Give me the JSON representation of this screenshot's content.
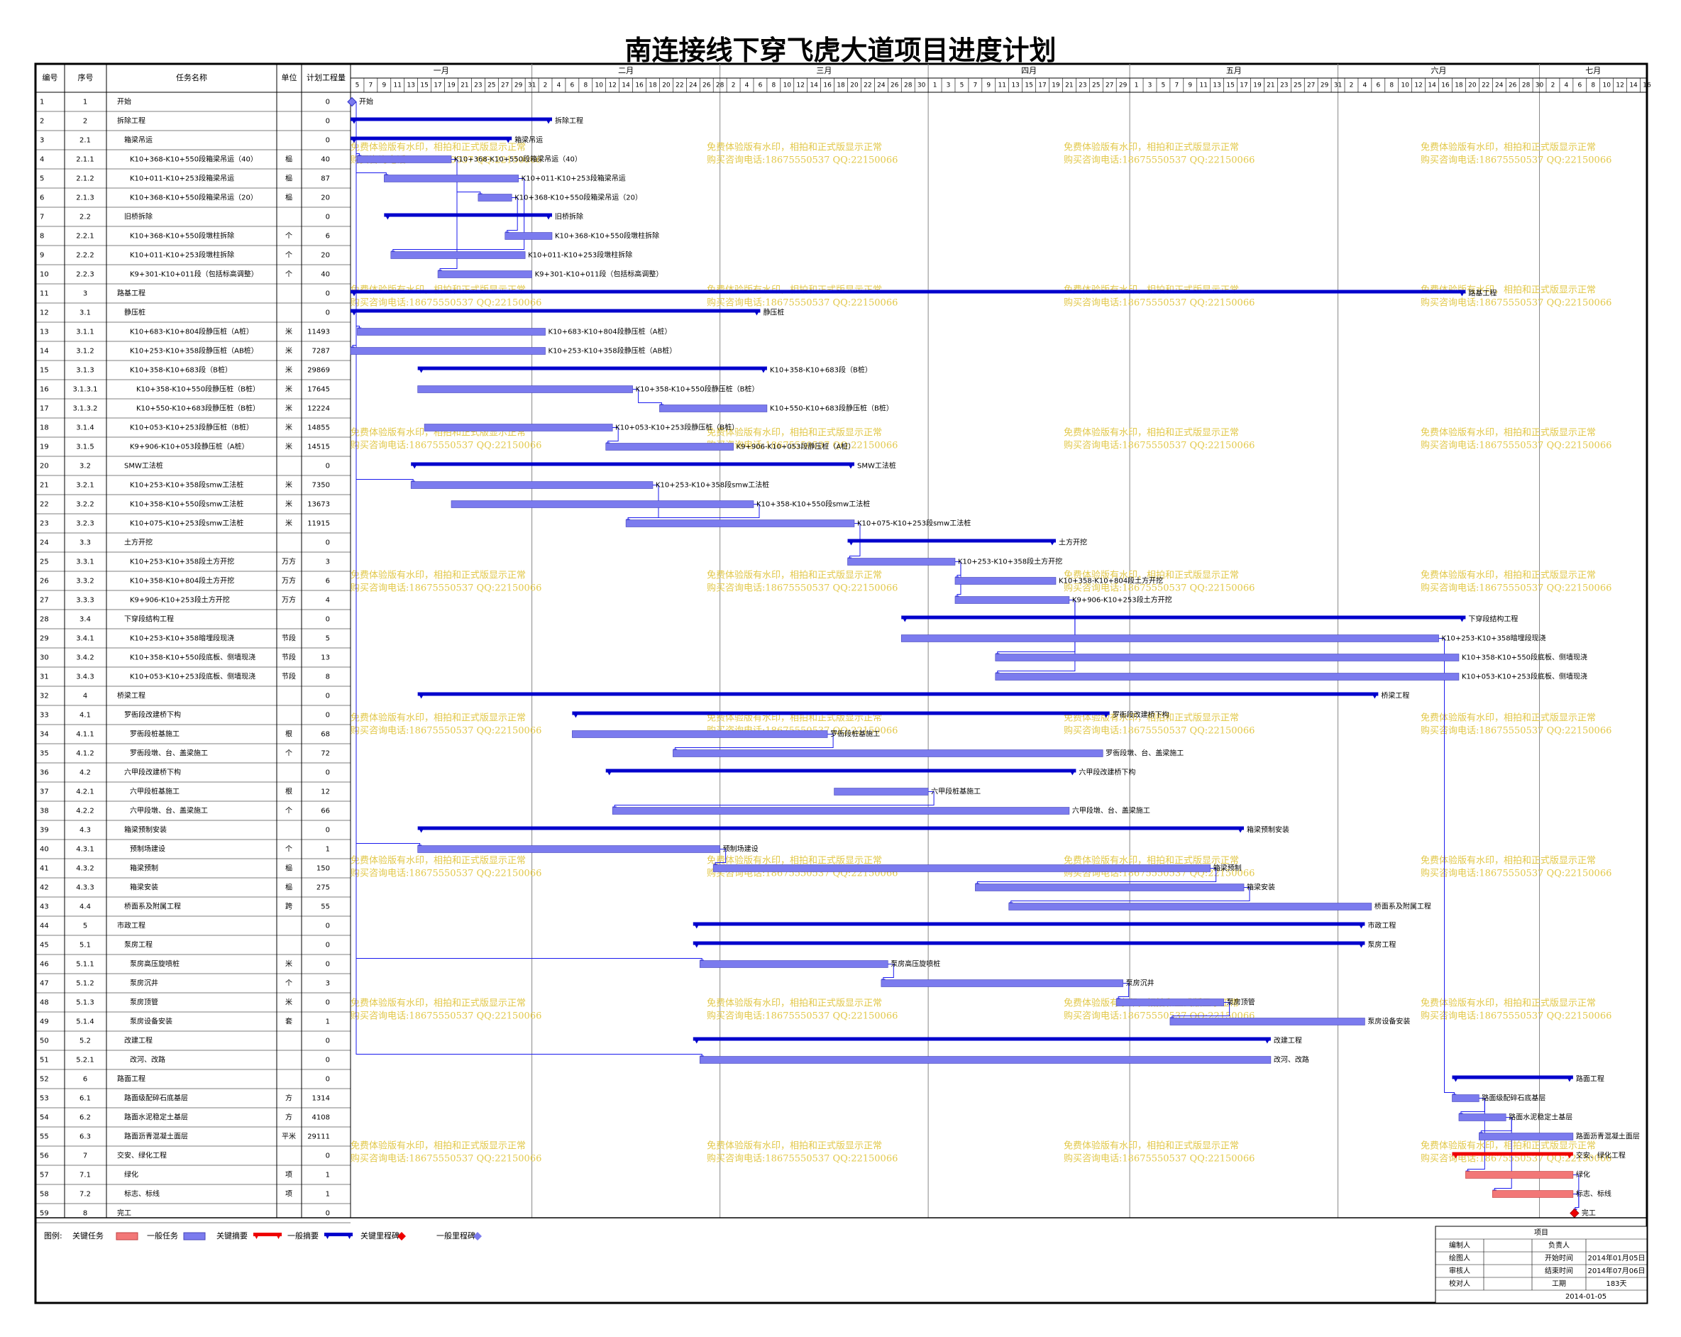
{
  "title": "南连接线下穿飞虎大道项目进度计划",
  "header": {
    "num": "编号",
    "seq": "序号",
    "name": "任务名称",
    "unit": "单位",
    "qty": "计划工程量"
  },
  "months": [
    "一月",
    "二月",
    "三月",
    "四月",
    "五月",
    "六月",
    "七月"
  ],
  "watermark": {
    "line1": "免费体验版有水印，相拍和正式版显示正常",
    "line2": "购买咨询电话:18675550537 QQ:22150066"
  },
  "colors": {
    "main_bar": "#7b7bee",
    "summary_bar": "#0000cc",
    "critical_bar": "#f27777",
    "critical_summary": "#ee0000",
    "watermark": "#e2c84a",
    "link": "#1a1aee"
  },
  "chart_data": {
    "type": "gantt",
    "x_axis": {
      "start": "2014-01-05",
      "end": "2014-07-16"
    },
    "milestone_date": "2014-01-05",
    "finish_date": "2014-07-06",
    "tasks": [
      {
        "id": "1",
        "seq": "1",
        "name": "开始",
        "unit": "",
        "qty": "0",
        "start": "2014-01-05",
        "end": "2014-01-05",
        "kind": "milestone",
        "critical": false,
        "label": "开始"
      },
      {
        "id": "2",
        "seq": "2",
        "name": "拆除工程",
        "unit": "",
        "qty": "0",
        "start": "2014-01-05",
        "end": "2014-02-03",
        "kind": "summary",
        "critical": false,
        "label": "拆除工程"
      },
      {
        "id": "3",
        "seq": "2.1",
        "name": "箱梁吊运",
        "unit": "",
        "qty": "0",
        "start": "2014-01-05",
        "end": "2014-01-28",
        "kind": "summary",
        "critical": false,
        "label": "箱梁吊运"
      },
      {
        "id": "4",
        "seq": "2.1.1",
        "name": "K10+368-K10+550段箱梁吊运（40）",
        "unit": "榀",
        "qty": "40",
        "start": "2014-01-06",
        "end": "2014-01-19",
        "kind": "task",
        "critical": false,
        "label": "K10+368-K10+550段箱梁吊运（40）"
      },
      {
        "id": "5",
        "seq": "2.1.2",
        "name": "K10+011-K10+253段箱梁吊运",
        "unit": "榀",
        "qty": "87",
        "start": "2014-01-10",
        "end": "2014-01-29",
        "kind": "task",
        "critical": false,
        "label": "K10+011-K10+253段箱梁吊运"
      },
      {
        "id": "6",
        "seq": "2.1.3",
        "name": "K10+368-K10+550段箱梁吊运（20）",
        "unit": "榀",
        "qty": "20",
        "start": "2014-01-24",
        "end": "2014-01-28",
        "kind": "task",
        "critical": false,
        "label": "K10+368-K10+550段箱梁吊运（20）"
      },
      {
        "id": "7",
        "seq": "2.2",
        "name": "旧桥拆除",
        "unit": "",
        "qty": "0",
        "start": "2014-01-10",
        "end": "2014-02-03",
        "kind": "summary",
        "critical": false,
        "label": "旧桥拆除"
      },
      {
        "id": "8",
        "seq": "2.2.1",
        "name": "K10+368-K10+550段墩柱拆除",
        "unit": "个",
        "qty": "6",
        "start": "2014-01-28",
        "end": "2014-02-03",
        "kind": "task",
        "critical": false,
        "label": "K10+368-K10+550段墩柱拆除"
      },
      {
        "id": "9",
        "seq": "2.2.2",
        "name": "K10+011-K10+253段墩柱拆除",
        "unit": "个",
        "qty": "20",
        "start": "2014-01-11",
        "end": "2014-01-30",
        "kind": "task",
        "critical": false,
        "label": "K10+011-K10+253段墩柱拆除"
      },
      {
        "id": "10",
        "seq": "2.2.3",
        "name": "K9+301-K10+011段（包括标高调整）",
        "unit": "个",
        "qty": "40",
        "start": "2014-01-18",
        "end": "2014-01-31",
        "kind": "task",
        "critical": false,
        "label": "K9+301-K10+011段（包括标高调整）"
      },
      {
        "id": "11",
        "seq": "3",
        "name": "路基工程",
        "unit": "",
        "qty": "0",
        "start": "2014-01-05",
        "end": "2014-06-19",
        "kind": "summary",
        "critical": false,
        "label": "路基工程"
      },
      {
        "id": "12",
        "seq": "3.1",
        "name": "静压桩",
        "unit": "",
        "qty": "0",
        "start": "2014-01-05",
        "end": "2014-03-06",
        "kind": "summary",
        "critical": false,
        "label": "静压桩"
      },
      {
        "id": "13",
        "seq": "3.1.1",
        "name": "K10+683-K10+804段静压桩（A桩）",
        "unit": "米",
        "qty": "11493",
        "start": "2014-01-06",
        "end": "2014-02-02",
        "kind": "task",
        "critical": false,
        "label": "K10+683-K10+804段静压桩（A桩）"
      },
      {
        "id": "14",
        "seq": "3.1.2",
        "name": "K10+253-K10+358段静压桩（AB桩）",
        "unit": "米",
        "qty": "7287",
        "start": "2014-01-05",
        "end": "2014-02-02",
        "kind": "task",
        "critical": false,
        "label": "K10+253-K10+358段静压桩（AB桩）"
      },
      {
        "id": "15",
        "seq": "3.1.3",
        "name": "K10+358-K10+683段（B桩）",
        "unit": "米",
        "qty": "29869",
        "start": "2014-01-15",
        "end": "2014-03-07",
        "kind": "summary",
        "critical": false,
        "label": "K10+358-K10+683段（B桩）"
      },
      {
        "id": "16",
        "seq": "3.1.3.1",
        "name": "K10+358-K10+550段静压桩（B桩）",
        "unit": "米",
        "qty": "17645",
        "start": "2014-01-15",
        "end": "2014-02-15",
        "kind": "task",
        "critical": false,
        "label": "K10+358-K10+550段静压桩（B桩）"
      },
      {
        "id": "17",
        "seq": "3.1.3.2",
        "name": "K10+550-K10+683段静压桩（B桩）",
        "unit": "米",
        "qty": "12224",
        "start": "2014-02-20",
        "end": "2014-03-07",
        "kind": "task",
        "critical": false,
        "label": "K10+550-K10+683段静压桩（B桩）"
      },
      {
        "id": "18",
        "seq": "3.1.4",
        "name": "K10+053-K10+253段静压桩（B桩）",
        "unit": "米",
        "qty": "14855",
        "start": "2014-01-16",
        "end": "2014-02-12",
        "kind": "task",
        "critical": false,
        "label": "K10+053-K10+253段静压桩（B桩）"
      },
      {
        "id": "19",
        "seq": "3.1.5",
        "name": "K9+906-K10+053段静压桩（A桩）",
        "unit": "米",
        "qty": "14515",
        "start": "2014-02-12",
        "end": "2014-03-02",
        "kind": "task",
        "critical": false,
        "label": "K9+906-K10+053段静压桩（A桩）"
      },
      {
        "id": "20",
        "seq": "3.2",
        "name": "SMW工法桩",
        "unit": "",
        "qty": "0",
        "start": "2014-01-14",
        "end": "2014-03-20",
        "kind": "summary",
        "critical": false,
        "label": "SMW工法桩"
      },
      {
        "id": "21",
        "seq": "3.2.1",
        "name": "K10+253-K10+358段smw工法桩",
        "unit": "米",
        "qty": "7350",
        "start": "2014-01-14",
        "end": "2014-02-18",
        "kind": "task",
        "critical": false,
        "label": "K10+253-K10+358段smw工法桩"
      },
      {
        "id": "22",
        "seq": "3.2.2",
        "name": "K10+358-K10+550段smw工法桩",
        "unit": "米",
        "qty": "13673",
        "start": "2014-01-20",
        "end": "2014-03-05",
        "kind": "task",
        "critical": false,
        "label": "K10+358-K10+550段smw工法桩"
      },
      {
        "id": "23",
        "seq": "3.2.3",
        "name": "K10+075-K10+253段smw工法桩",
        "unit": "米",
        "qty": "11915",
        "start": "2014-02-15",
        "end": "2014-03-20",
        "kind": "task",
        "critical": false,
        "label": "K10+075-K10+253段smw工法桩"
      },
      {
        "id": "24",
        "seq": "3.3",
        "name": "土方开挖",
        "unit": "",
        "qty": "0",
        "start": "2014-03-20",
        "end": "2014-04-19",
        "kind": "summary",
        "critical": false,
        "label": "土方开挖"
      },
      {
        "id": "25",
        "seq": "3.3.1",
        "name": "K10+253-K10+358段土方开挖",
        "unit": "万方",
        "qty": "3",
        "start": "2014-03-20",
        "end": "2014-04-04",
        "kind": "task",
        "critical": false,
        "label": "K10+253-K10+358段土方开挖"
      },
      {
        "id": "26",
        "seq": "3.3.2",
        "name": "K10+358-K10+804段土方开挖",
        "unit": "万方",
        "qty": "6",
        "start": "2014-04-05",
        "end": "2014-04-19",
        "kind": "task",
        "critical": false,
        "label": "K10+358-K10+804段土方开挖"
      },
      {
        "id": "27",
        "seq": "3.3.3",
        "name": "K9+906-K10+253段土方开挖",
        "unit": "万方",
        "qty": "4",
        "start": "2014-04-05",
        "end": "2014-04-21",
        "kind": "task",
        "critical": false,
        "label": "K9+906-K10+253段土方开挖"
      },
      {
        "id": "28",
        "seq": "3.4",
        "name": "下穿段结构工程",
        "unit": "",
        "qty": "0",
        "start": "2014-03-28",
        "end": "2014-06-19",
        "kind": "summary",
        "critical": false,
        "label": "下穿段结构工程"
      },
      {
        "id": "29",
        "seq": "3.4.1",
        "name": "K10+253-K10+358暗埋段现浇",
        "unit": "节段",
        "qty": "5",
        "start": "2014-03-28",
        "end": "2014-06-15",
        "kind": "task",
        "critical": false,
        "label": "K10+253-K10+358暗埋段现浇"
      },
      {
        "id": "30",
        "seq": "3.4.2",
        "name": "K10+358-K10+550段底板、侧墙现浇",
        "unit": "节段",
        "qty": "13",
        "start": "2014-04-11",
        "end": "2014-06-18",
        "kind": "task",
        "critical": false,
        "label": "K10+358-K10+550段底板、侧墙现浇"
      },
      {
        "id": "31",
        "seq": "3.4.3",
        "name": "K10+053-K10+253段底板、侧墙现浇",
        "unit": "节段",
        "qty": "8",
        "start": "2014-04-11",
        "end": "2014-06-18",
        "kind": "task",
        "critical": false,
        "label": "K10+053-K10+253段底板、侧墙现浇"
      },
      {
        "id": "32",
        "seq": "4",
        "name": "桥梁工程",
        "unit": "",
        "qty": "0",
        "start": "2014-01-15",
        "end": "2014-06-06",
        "kind": "summary",
        "critical": false,
        "label": "桥梁工程"
      },
      {
        "id": "33",
        "seq": "4.1",
        "name": "罗衙段改建桥下构",
        "unit": "",
        "qty": "0",
        "start": "2014-02-07",
        "end": "2014-04-27",
        "kind": "summary",
        "critical": false,
        "label": "罗衙段改建桥下构"
      },
      {
        "id": "34",
        "seq": "4.1.1",
        "name": "罗衙段桩基施工",
        "unit": "根",
        "qty": "68",
        "start": "2014-02-07",
        "end": "2014-03-16",
        "kind": "task",
        "critical": false,
        "label": "罗衙段桩基施工"
      },
      {
        "id": "35",
        "seq": "4.1.2",
        "name": "罗衙段墩、台、盖梁施工",
        "unit": "个",
        "qty": "72",
        "start": "2014-02-22",
        "end": "2014-04-26",
        "kind": "task",
        "critical": false,
        "label": "罗衙段墩、台、盖梁施工"
      },
      {
        "id": "36",
        "seq": "4.2",
        "name": "六甲段改建桥下构",
        "unit": "",
        "qty": "0",
        "start": "2014-02-12",
        "end": "2014-04-22",
        "kind": "summary",
        "critical": false,
        "label": "六甲段改建桥下构"
      },
      {
        "id": "37",
        "seq": "4.2.1",
        "name": "六甲段桩基施工",
        "unit": "根",
        "qty": "12",
        "start": "2014-03-18",
        "end": "2014-03-31",
        "kind": "task",
        "critical": false,
        "label": "六甲段桩基施工"
      },
      {
        "id": "38",
        "seq": "4.2.2",
        "name": "六甲段墩、台、盖梁施工",
        "unit": "个",
        "qty": "66",
        "start": "2014-02-13",
        "end": "2014-04-21",
        "kind": "task",
        "critical": false,
        "label": "六甲段墩、台、盖梁施工"
      },
      {
        "id": "39",
        "seq": "4.3",
        "name": "箱梁预制安装",
        "unit": "",
        "qty": "0",
        "start": "2014-01-15",
        "end": "2014-05-17",
        "kind": "summary",
        "critical": false,
        "label": "箱梁预制安装"
      },
      {
        "id": "40",
        "seq": "4.3.1",
        "name": "预制场建设",
        "unit": "个",
        "qty": "1",
        "start": "2014-01-15",
        "end": "2014-02-28",
        "kind": "task",
        "critical": false,
        "label": "预制场建设"
      },
      {
        "id": "41",
        "seq": "4.3.2",
        "name": "箱梁预制",
        "unit": "榀",
        "qty": "150",
        "start": "2014-02-28",
        "end": "2014-05-12",
        "kind": "task",
        "critical": false,
        "label": "箱梁预制"
      },
      {
        "id": "42",
        "seq": "4.3.3",
        "name": "箱梁安装",
        "unit": "榀",
        "qty": "275",
        "start": "2014-04-08",
        "end": "2014-05-17",
        "kind": "task",
        "critical": false,
        "label": "箱梁安装"
      },
      {
        "id": "43",
        "seq": "4.4",
        "name": "桥面系及附属工程",
        "unit": "跨",
        "qty": "55",
        "start": "2014-04-13",
        "end": "2014-06-05",
        "kind": "task",
        "critical": false,
        "label": "桥面系及附属工程"
      },
      {
        "id": "44",
        "seq": "5",
        "name": "市政工程",
        "unit": "",
        "qty": "0",
        "start": "2014-02-25",
        "end": "2014-06-04",
        "kind": "summary",
        "critical": false,
        "label": "市政工程"
      },
      {
        "id": "45",
        "seq": "5.1",
        "name": "泵房工程",
        "unit": "",
        "qty": "0",
        "start": "2014-02-25",
        "end": "2014-06-04",
        "kind": "summary",
        "critical": false,
        "label": "泵房工程"
      },
      {
        "id": "46",
        "seq": "5.1.1",
        "name": "泵房高压旋喷桩",
        "unit": "米",
        "qty": "0",
        "start": "2014-02-26",
        "end": "2014-03-25",
        "kind": "task",
        "critical": false,
        "label": "泵房高压旋喷桩"
      },
      {
        "id": "47",
        "seq": "5.1.2",
        "name": "泵房沉井",
        "unit": "个",
        "qty": "3",
        "start": "2014-03-25",
        "end": "2014-04-29",
        "kind": "task",
        "critical": false,
        "label": "泵房沉井"
      },
      {
        "id": "48",
        "seq": "5.1.3",
        "name": "泵房顶管",
        "unit": "米",
        "qty": "0",
        "start": "2014-04-29",
        "end": "2014-05-14",
        "kind": "task",
        "critical": false,
        "label": "泵房顶管"
      },
      {
        "id": "49",
        "seq": "5.1.4",
        "name": "泵房设备安装",
        "unit": "套",
        "qty": "1",
        "start": "2014-05-07",
        "end": "2014-06-04",
        "kind": "task",
        "critical": false,
        "label": "泵房设备安装"
      },
      {
        "id": "50",
        "seq": "5.2",
        "name": "改建工程",
        "unit": "",
        "qty": "0",
        "start": "2014-02-25",
        "end": "2014-05-21",
        "kind": "summary",
        "critical": false,
        "label": "改建工程"
      },
      {
        "id": "51",
        "seq": "5.2.1",
        "name": "改河、改路",
        "unit": "",
        "qty": "0",
        "start": "2014-02-26",
        "end": "2014-05-21",
        "kind": "task",
        "critical": false,
        "label": "改河、改路"
      },
      {
        "id": "52",
        "seq": "6",
        "name": "路面工程",
        "unit": "",
        "qty": "0",
        "start": "2014-06-18",
        "end": "2014-07-05",
        "kind": "summary",
        "critical": false,
        "label": "路面工程"
      },
      {
        "id": "53",
        "seq": "6.1",
        "name": "路面级配碎石底基层",
        "unit": "方",
        "qty": "1314",
        "start": "2014-06-18",
        "end": "2014-06-21",
        "kind": "task",
        "critical": false,
        "label": "路面级配碎石底基层"
      },
      {
        "id": "54",
        "seq": "6.2",
        "name": "路面水泥稳定土基层",
        "unit": "方",
        "qty": "4108",
        "start": "2014-06-19",
        "end": "2014-06-25",
        "kind": "task",
        "critical": false,
        "label": "路面水泥稳定土基层"
      },
      {
        "id": "55",
        "seq": "6.3",
        "name": "路面沥青混凝土面层",
        "unit": "平米",
        "qty": "29111",
        "start": "2014-06-22",
        "end": "2014-07-05",
        "kind": "task",
        "critical": false,
        "label": "路面沥青混凝土面层"
      },
      {
        "id": "56",
        "seq": "7",
        "name": "交安、绿化工程",
        "unit": "",
        "qty": "0",
        "start": "2014-06-18",
        "end": "2014-07-05",
        "kind": "summary",
        "critical": true,
        "label": "交安、绿化工程"
      },
      {
        "id": "57",
        "seq": "7.1",
        "name": "绿化",
        "unit": "项",
        "qty": "1",
        "start": "2014-06-20",
        "end": "2014-07-05",
        "kind": "task",
        "critical": true,
        "label": "绿化"
      },
      {
        "id": "58",
        "seq": "7.2",
        "name": "标志、标线",
        "unit": "项",
        "qty": "1",
        "start": "2014-06-24",
        "end": "2014-07-05",
        "kind": "task",
        "critical": true,
        "label": "标志、标线"
      },
      {
        "id": "59",
        "seq": "8",
        "name": "完工",
        "unit": "",
        "qty": "0",
        "start": "2014-07-06",
        "end": "2014-07-06",
        "kind": "milestone",
        "critical": true,
        "label": "完工"
      }
    ],
    "links": [
      [
        "1",
        "4"
      ],
      [
        "1",
        "5"
      ],
      [
        "1",
        "13"
      ],
      [
        "1",
        "14"
      ],
      [
        "1",
        "21"
      ],
      [
        "1",
        "40"
      ],
      [
        "1",
        "46"
      ],
      [
        "1",
        "51"
      ],
      [
        "4",
        "6"
      ],
      [
        "4",
        "10"
      ],
      [
        "5",
        "9"
      ],
      [
        "6",
        "8"
      ],
      [
        "16",
        "17"
      ],
      [
        "18",
        "19"
      ],
      [
        "21",
        "23"
      ],
      [
        "22",
        "23"
      ],
      [
        "23",
        "25"
      ],
      [
        "25",
        "26"
      ],
      [
        "25",
        "27"
      ],
      [
        "27",
        "30"
      ],
      [
        "27",
        "31"
      ],
      [
        "34",
        "35"
      ],
      [
        "37",
        "38"
      ],
      [
        "40",
        "41"
      ],
      [
        "41",
        "42"
      ],
      [
        "42",
        "43"
      ],
      [
        "46",
        "47"
      ],
      [
        "47",
        "48"
      ],
      [
        "48",
        "49"
      ],
      [
        "29",
        "53"
      ],
      [
        "53",
        "54"
      ],
      [
        "54",
        "55"
      ],
      [
        "53",
        "57"
      ],
      [
        "54",
        "58"
      ],
      [
        "57",
        "59"
      ],
      [
        "58",
        "59"
      ]
    ]
  },
  "legend": {
    "title": "图例:",
    "items": [
      "关键任务",
      "一般任务",
      "关键摘要",
      "一般摘要",
      "关键里程碑",
      "一般里程碑"
    ]
  },
  "info": {
    "project": "项目",
    "editor": "编制人",
    "owner": "负责人",
    "drawer": "绘图人",
    "start_label": "开始时间",
    "start_value": "2014年01月05日",
    "reviewer": "审核人",
    "end_label": "结束时间",
    "end_value": "2014年07月06日",
    "checker": "校对人",
    "duration_label": "工期",
    "duration_value": "183天",
    "date": "2014-01-05"
  }
}
